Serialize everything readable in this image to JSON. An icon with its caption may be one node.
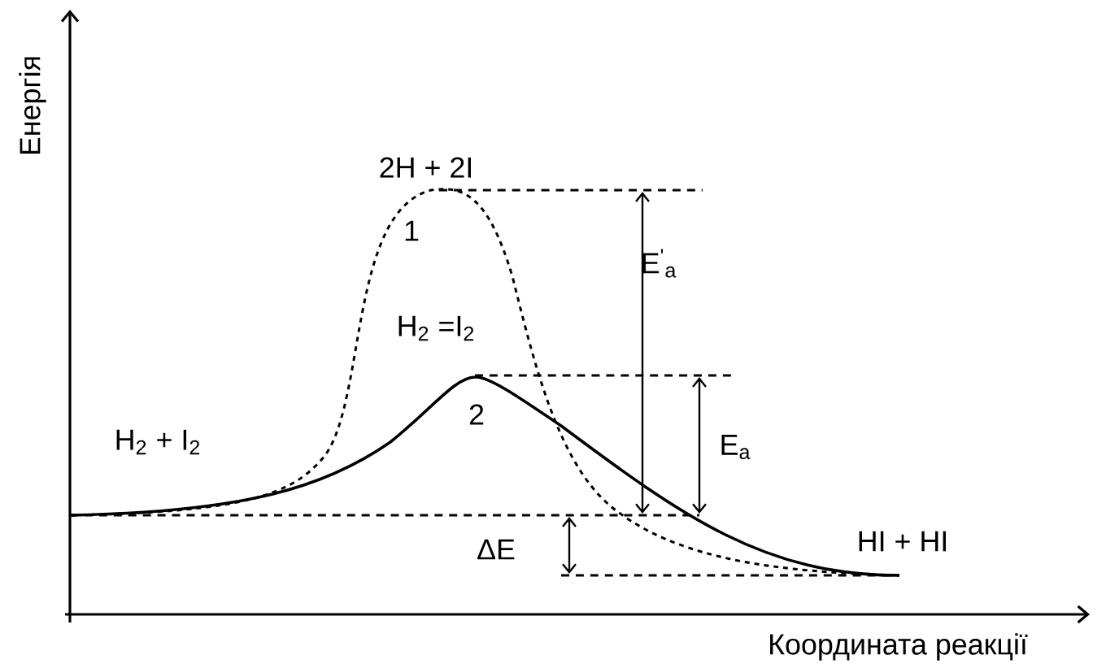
{
  "diagram": {
    "labels": [
      "Енергія",
      "2H + 2I",
      "1",
      "E$^{'}$$_{a}$",
      "H$_{2}$ =I$_{2}$",
      "2",
      "H$_{2}$ + I$_{2}$",
      "E$_{a}$",
      "ΔE",
      "HI + HI",
      "Координата реакції"
    ]
  }
}
